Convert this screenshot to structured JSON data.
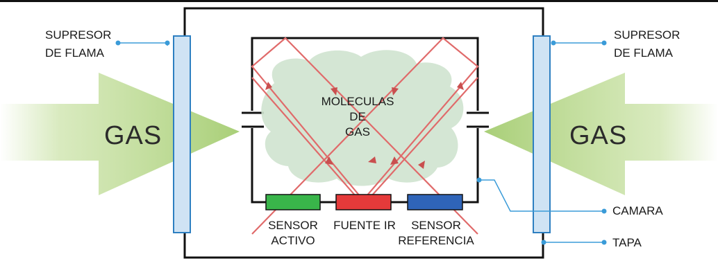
{
  "labels": {
    "supresor_left_1": "SUPRESOR",
    "supresor_left_2": "DE FLAMA",
    "supresor_right_1": "SUPRESOR",
    "supresor_right_2": "DE FLAMA",
    "gas_left": "GAS",
    "gas_right": "GAS",
    "molecules_1": "MOLECULAS",
    "molecules_2": "DE",
    "molecules_3": "GAS",
    "sensor_activo_1": "SENSOR",
    "sensor_activo_2": "ACTIVO",
    "fuente_ir": "FUENTE IR",
    "sensor_ref_1": "SENSOR",
    "sensor_ref_2": "REFERENCIA",
    "camara": "CAMARA",
    "tapa": "TAPA"
  },
  "colors": {
    "arrow_green": "#b9d98a",
    "filter_blue": "#cfe3f4",
    "filter_border": "#2d7fc1",
    "leader_blue": "#3a9bd8",
    "beam_red": "#e06a6a",
    "sensor_active": "#39b54a",
    "ir_source": "#e53a3a",
    "sensor_reference": "#2f64b8",
    "cloud": "#cfe3cf"
  }
}
